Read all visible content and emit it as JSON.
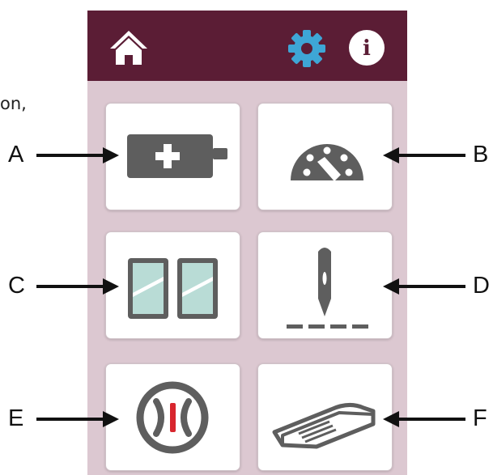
{
  "background_text": "on,",
  "topbar": {
    "background_color": "#5b1d35",
    "icons": [
      "home-icon",
      "gear-icon",
      "info-icon"
    ],
    "info_glyph": "i",
    "gear_color": "#3ea6d6"
  },
  "tiles": [
    {
      "id": "A",
      "icon": "add-program-icon"
    },
    {
      "id": "B",
      "icon": "speed-gauge-icon"
    },
    {
      "id": "C",
      "icon": "split-screen-icon"
    },
    {
      "id": "D",
      "icon": "needle-position-icon"
    },
    {
      "id": "E",
      "icon": "thread-tension-icon"
    },
    {
      "id": "F",
      "icon": "foot-control-icon"
    }
  ],
  "callouts": {
    "a": "A",
    "b": "B",
    "c": "C",
    "d": "D",
    "e": "E",
    "f": "F"
  },
  "colors": {
    "panel_background": "#dcc8d1",
    "icon_gray": "#5e5e5e",
    "accent_red": "#d8262e",
    "glass_teal": "#b9dcd6"
  }
}
